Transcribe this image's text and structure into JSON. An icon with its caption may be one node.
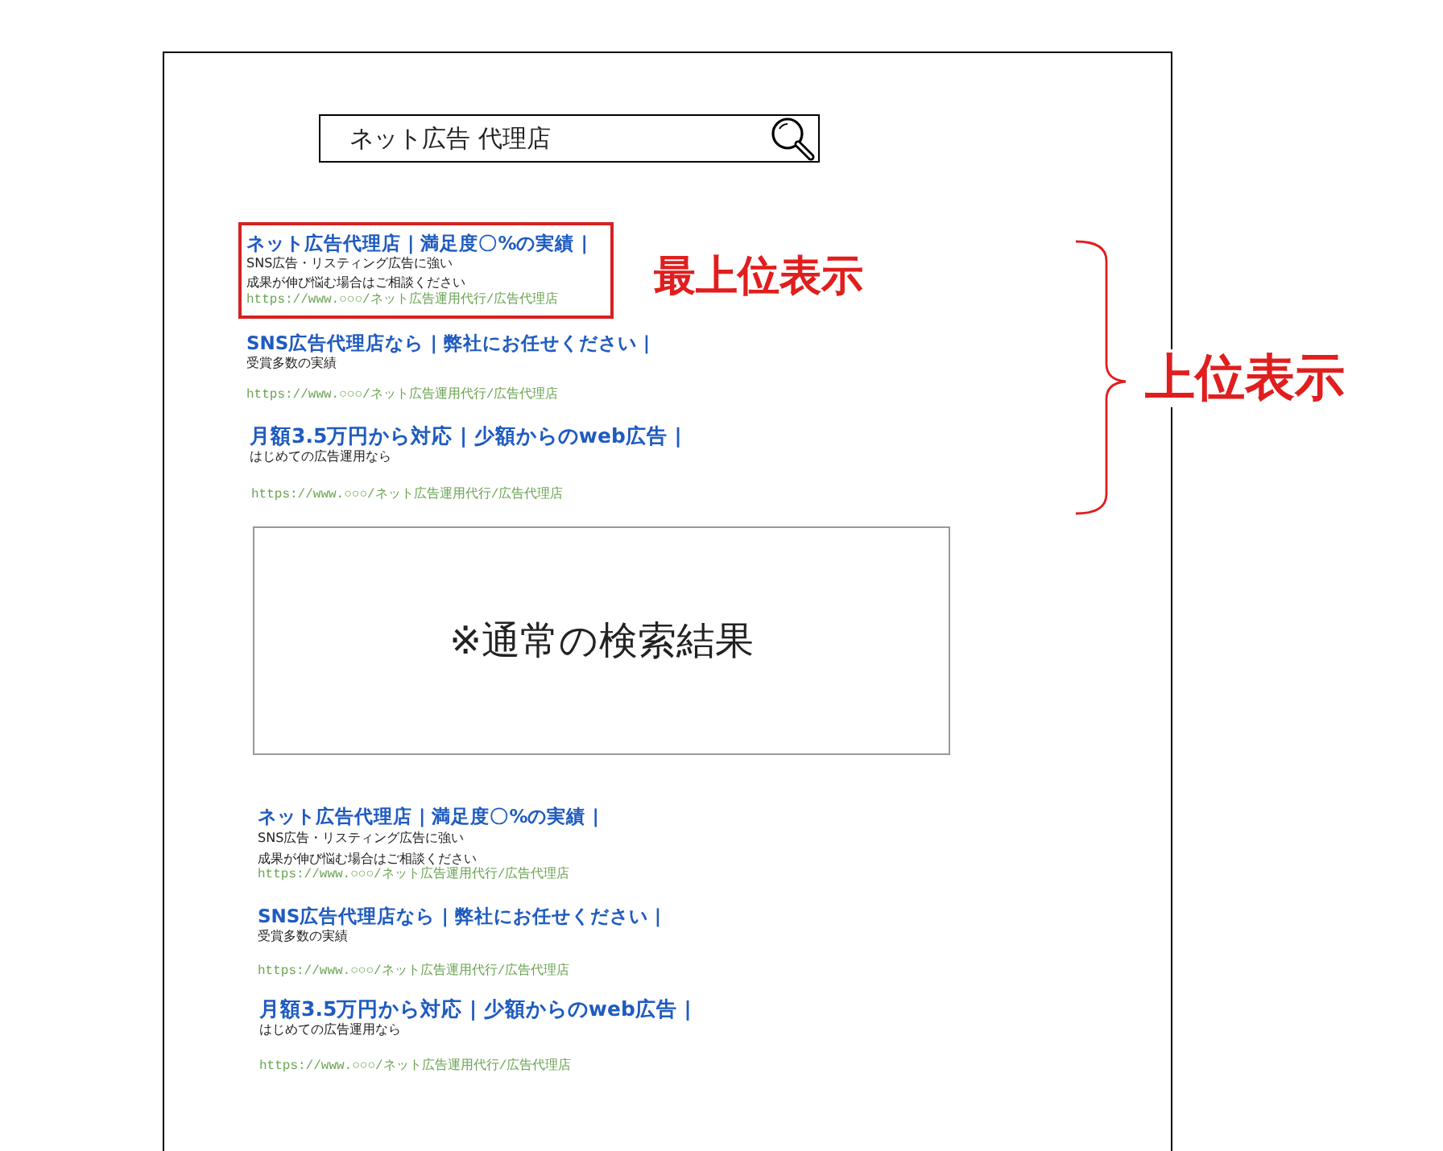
{
  "diagram": {
    "nodes": [
      {
        "text": [
          "ネット広告 代理店"
        ]
      },
      {
        "text": [
          "ネット広告代理店 | 満足度〇%の実績 |",
          "SNS広告・リスティング広告に強い",
          "成果が伸び悩む場合はご相談ください",
          "https://www.○○○/ネット広告運用代行/広告代理店"
        ],
        "beside": [
          "最上位表示"
        ]
      },
      {
        "text": [
          "※通常の検索結果"
        ]
      }
    ],
    "labels": [
      "SNS広告代理店なら | 弊社にお任せください |",
      "受賞多数の実績",
      "https://www.○○○/ネット広告運用代行/広告代理店",
      "月額3.5万円から対応 | 少額からのweb広告 |",
      "はじめての広告運用なら",
      "https://www.○○○/ネット広告運用代行/広告代理店",
      "上位表示",
      "ネット広告代理店 | 満足度〇%の実績 |",
      "SNS広告・リスティング広告に強い",
      "成果が伸び悩む場合はご相談ください",
      "https://www.○○○/ネット広告運用代行/広告代理店",
      "SNS広告代理店なら | 弊社にお任せください |",
      "受賞多数の実績",
      "https://www.○○○/ネット広告運用代行/広告代理店",
      "月額3.5万円から対応 | 少額からのweb広告 |",
      "はじめての広告運用なら",
      "https://www.○○○/ネット広告運用代行/広告代理店"
    ]
  }
}
